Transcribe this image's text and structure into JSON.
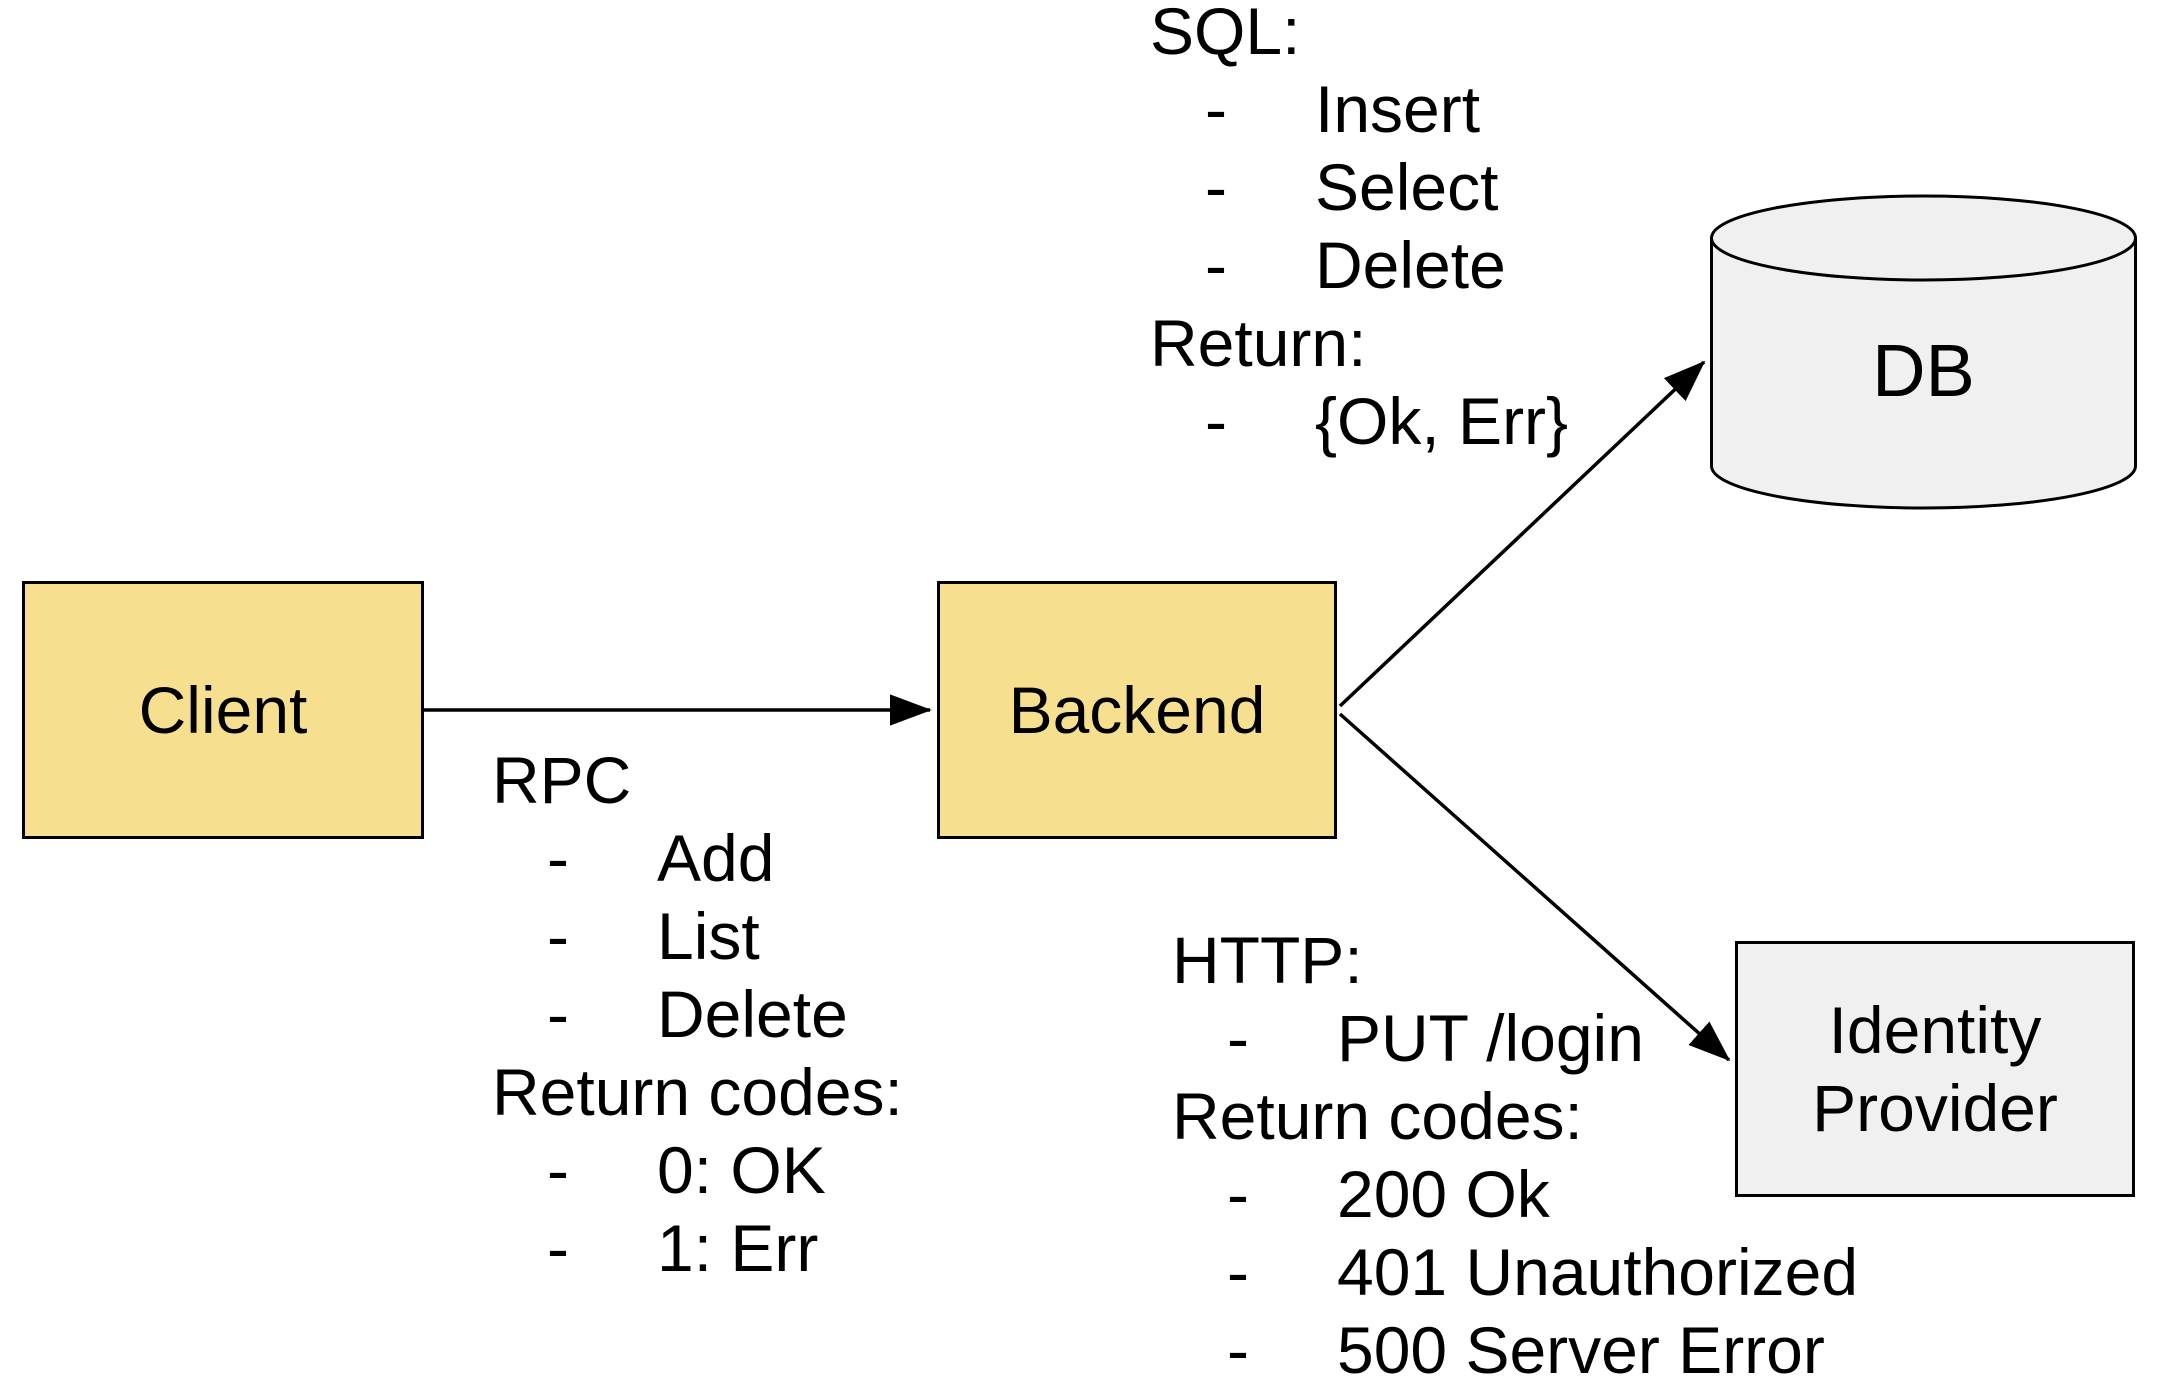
{
  "colors": {
    "node_yellow": "#F6E08F",
    "node_gray": "#F0F0F0",
    "stroke": "#000000",
    "background": "#FFFFFF"
  },
  "nodes": {
    "client": {
      "label": "Client"
    },
    "backend": {
      "label": "Backend"
    },
    "db": {
      "label": "DB"
    },
    "identity_provider": {
      "label": "Identity Provider"
    }
  },
  "annotations": {
    "rpc": {
      "lines": [
        {
          "text": "RPC"
        },
        {
          "dash": "-",
          "text": "Add"
        },
        {
          "dash": "-",
          "text": "List"
        },
        {
          "dash": "-",
          "text": "Delete"
        },
        {
          "text": "Return codes:"
        },
        {
          "dash": "-",
          "text": "0: OK"
        },
        {
          "dash": "-",
          "text": "1: Err"
        }
      ]
    },
    "sql": {
      "lines": [
        {
          "text": "SQL:"
        },
        {
          "dash": "-",
          "text": "Insert"
        },
        {
          "dash": "-",
          "text": "Select"
        },
        {
          "dash": "-",
          "text": "Delete"
        },
        {
          "text": "Return:"
        },
        {
          "dash": "-",
          "text": "{Ok, Err}"
        }
      ]
    },
    "http": {
      "lines": [
        {
          "text": "HTTP:"
        },
        {
          "dash": "-",
          "text": "PUT /login"
        },
        {
          "text": "Return codes:"
        },
        {
          "dash": "-",
          "text": "200 Ok"
        },
        {
          "dash": "-",
          "text": "401 Unauthorized"
        },
        {
          "dash": "-",
          "text": "500 Server Error"
        }
      ]
    }
  }
}
